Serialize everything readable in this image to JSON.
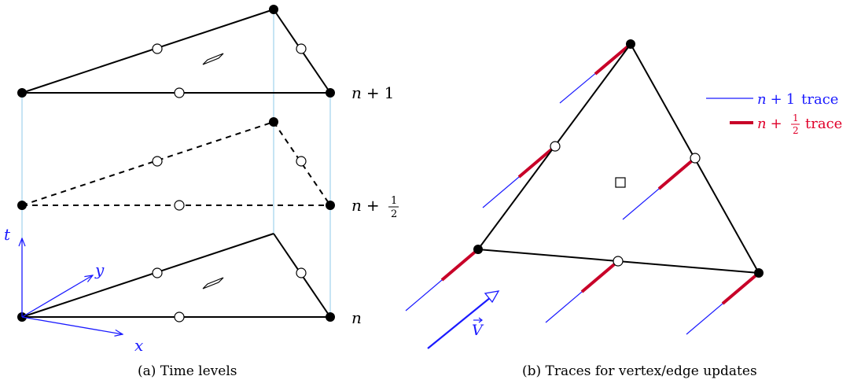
{
  "panel_a": {
    "caption": "(a)  Time levels",
    "levels": {
      "top": {
        "n": "n",
        "op": "+",
        "num": "1"
      },
      "middle": {
        "n": "n",
        "op": "+",
        "frac_num": "1",
        "frac_den": "2"
      },
      "bottom": {
        "n": "n"
      }
    },
    "axes": {
      "t": "t",
      "x": "x",
      "y": "y"
    }
  },
  "panel_b": {
    "caption": "(b)  Traces for vertex/edge updates",
    "velocity": "V",
    "legend": {
      "full": {
        "n": "n",
        "op": "+",
        "num": "1",
        "word": "trace"
      },
      "half": {
        "n": "n",
        "op": "+",
        "frac_num": "1",
        "frac_den": "2",
        "word": "trace"
      }
    }
  },
  "colors": {
    "edge": "#000000",
    "time_guide": "#8ec9ea",
    "axis": "#1a1aff",
    "trace_full": "#1a1aff",
    "trace_half": "#c80028",
    "legend_half_text": "#e0002a"
  }
}
